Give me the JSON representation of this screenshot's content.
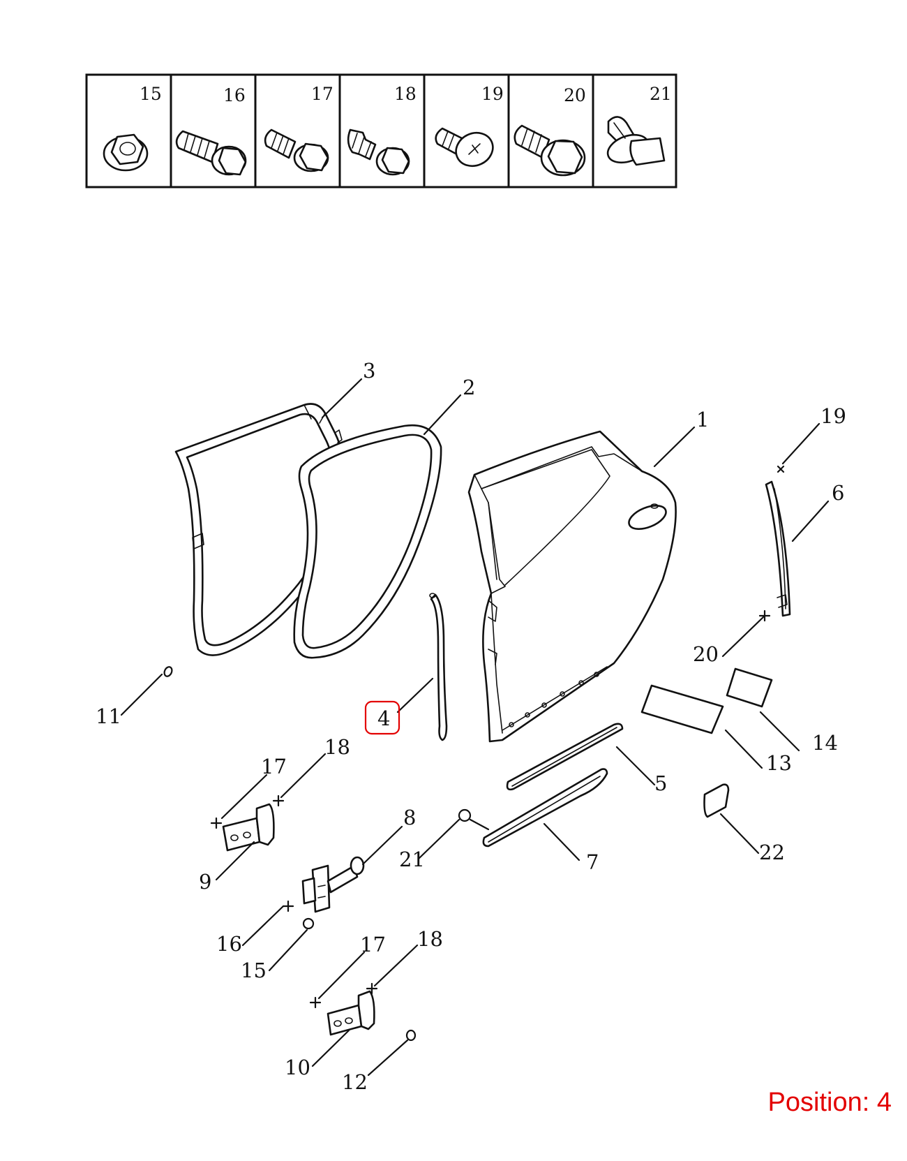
{
  "fastener_table": {
    "cells": [
      {
        "number": "15",
        "icon": "flange-nut-icon"
      },
      {
        "number": "16",
        "icon": "long-flange-bolt-icon"
      },
      {
        "number": "17",
        "icon": "flange-bolt-icon"
      },
      {
        "number": "18",
        "icon": "stepped-flange-bolt-icon"
      },
      {
        "number": "19",
        "icon": "phillips-screw-icon"
      },
      {
        "number": "20",
        "icon": "large-flange-bolt-icon"
      },
      {
        "number": "21",
        "icon": "push-clip-icon"
      }
    ]
  },
  "callouts": {
    "p1": "1",
    "p2": "2",
    "p3": "3",
    "p4": "4",
    "p5": "5",
    "p6": "6",
    "p7": "7",
    "p8": "8",
    "p9": "9",
    "p10": "10",
    "p11": "11",
    "p12": "12",
    "p13": "13",
    "p14": "14",
    "p15": "15",
    "p16": "16",
    "p17a": "17",
    "p17b": "17",
    "p18a": "18",
    "p18b": "18",
    "p19": "19",
    "p20": "20",
    "p21": "21",
    "p22": "22"
  },
  "highlight": {
    "part": "4",
    "color": "#e30000"
  },
  "position_caption": "Position: 4"
}
